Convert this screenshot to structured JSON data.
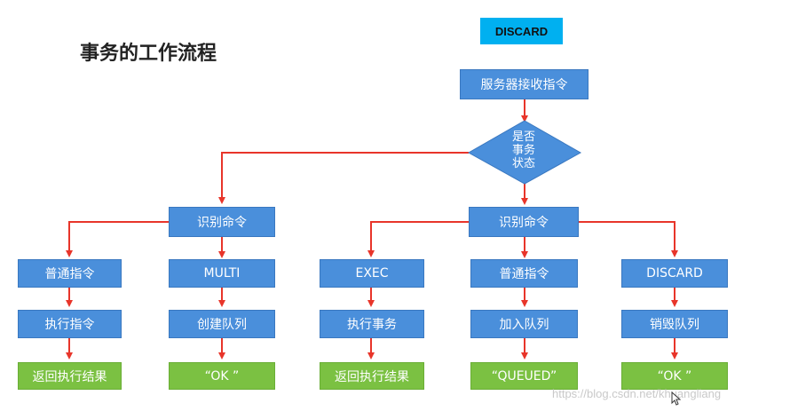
{
  "title": "事务的工作流程",
  "badge": "DISCARD",
  "nodes": {
    "receive": "服务器接收指令",
    "decision": [
      "是否",
      "事务",
      "状态"
    ],
    "identify_left": "识别命令",
    "identify_right": "识别命令",
    "col1": [
      "普通指令",
      "执行指令",
      "返回执行结果"
    ],
    "col2": [
      "MULTI",
      "创建队列",
      "“OK ”"
    ],
    "col3": [
      "EXEC",
      "执行事务",
      "返回执行结果"
    ],
    "col4": [
      "普通指令",
      "加入队列",
      "“QUEUED”"
    ],
    "col5": [
      "DISCARD",
      "销毁队列",
      "“OK ”"
    ]
  },
  "watermark": "https://blog.csdn.net/khuangliang",
  "colors": {
    "node": "#4a8fdb",
    "result": "#7bc142",
    "arrow": "#e8352a",
    "badge": "#00b0f0"
  }
}
